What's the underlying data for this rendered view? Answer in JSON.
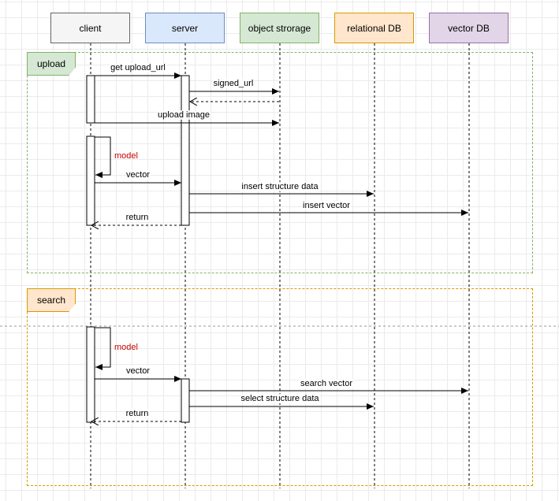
{
  "participants": {
    "client": "client",
    "server": "server",
    "object_storage": "object strorage",
    "relational_db": "relational DB",
    "vector_db": "vector DB"
  },
  "groups": {
    "upload": "upload",
    "search": "search"
  },
  "messages": {
    "get_upload_url": "get upload_url",
    "signed_url": "signed_url",
    "upload_image": "upload image",
    "model_upload": "model",
    "vector_upload": "vector",
    "insert_structure_data": "insert structure data",
    "insert_vector": "insert vector",
    "return_upload": "return",
    "model_search": "model",
    "vector_search": "vector",
    "search_vector": "search vector",
    "select_structure_data": "select structure data",
    "return_search": "return"
  },
  "colors": {
    "client_fill": "#f5f5f5",
    "server_fill": "#dae8fc",
    "object_storage_fill": "#d5e8d4",
    "relational_db_fill": "#ffe6cc",
    "vector_db_fill": "#e1d5e7",
    "upload_frame": "#82b366",
    "search_frame": "#d79b00",
    "model_label": "#cc0000"
  }
}
